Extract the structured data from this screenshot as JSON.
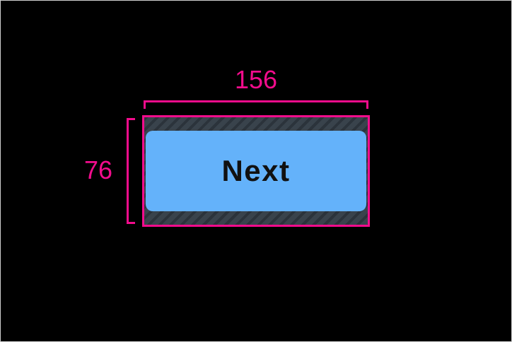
{
  "colors": {
    "canvas_bg": "#000000",
    "frame_border": "#cfcfcf",
    "accent": "#f20c8c",
    "button_fill": "#64b2fa",
    "button_text": "#111111",
    "hatch_base": "#39434c",
    "hatch_stripe": "#2b333b"
  },
  "measurement": {
    "width_label": "156",
    "height_label": "76"
  },
  "widget": {
    "button_label": "Next"
  }
}
